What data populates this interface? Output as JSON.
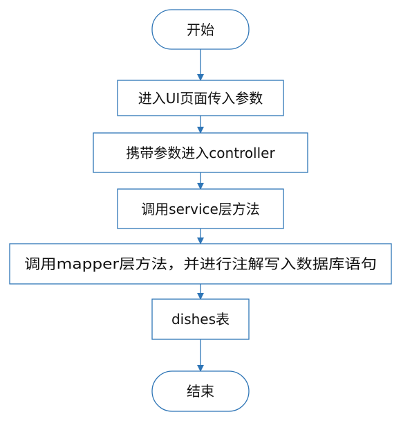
{
  "diagram": {
    "type": "flowchart",
    "colors": {
      "stroke": "#2E75B6",
      "fill": "#ffffff",
      "text": "#111111"
    },
    "nodes": [
      {
        "id": "start",
        "shape": "terminal",
        "label": "开始"
      },
      {
        "id": "step1",
        "shape": "process",
        "label": "进入UI页面传入参数"
      },
      {
        "id": "step2",
        "shape": "process",
        "label": "携带参数进入controller"
      },
      {
        "id": "step3",
        "shape": "process",
        "label": "调用service层方法"
      },
      {
        "id": "step4",
        "shape": "process",
        "label": "调用mapper层方法，并进行注解写入数据库语句"
      },
      {
        "id": "step5",
        "shape": "process",
        "label": "dishes表"
      },
      {
        "id": "end",
        "shape": "terminal",
        "label": "结束"
      }
    ],
    "edges": [
      {
        "from": "start",
        "to": "step1"
      },
      {
        "from": "step1",
        "to": "step2"
      },
      {
        "from": "step2",
        "to": "step3"
      },
      {
        "from": "step3",
        "to": "step4"
      },
      {
        "from": "step4",
        "to": "step5"
      },
      {
        "from": "step5",
        "to": "end"
      }
    ]
  }
}
